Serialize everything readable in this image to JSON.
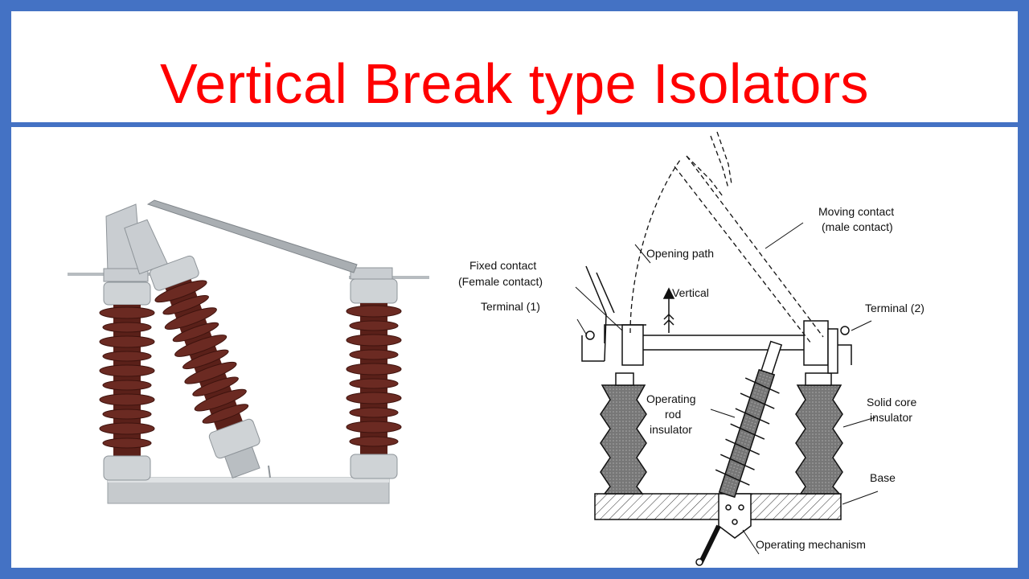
{
  "slide": {
    "title": "Vertical Break type Isolators"
  },
  "diagram": {
    "labels": {
      "moving_contact_1": "Moving contact",
      "moving_contact_2": "(male contact)",
      "opening_path": "Opening path",
      "fixed_contact_1": "Fixed contact",
      "fixed_contact_2": "(Female contact)",
      "vertical": "Vertical",
      "terminal_1": "Terminal (1)",
      "terminal_2": "Terminal (2)",
      "operating_rod_1": "Operating",
      "operating_rod_2": "rod",
      "operating_rod_3": "insulator",
      "solid_core_1": "Solid core",
      "solid_core_2": "insulator",
      "base": "Base",
      "operating_mechanism": "Operating mechanism"
    }
  },
  "colors": {
    "frame": "#4472c4",
    "title": "#ff0000",
    "porcelain": "#6b2a22",
    "metal": "#c8ccd0"
  }
}
